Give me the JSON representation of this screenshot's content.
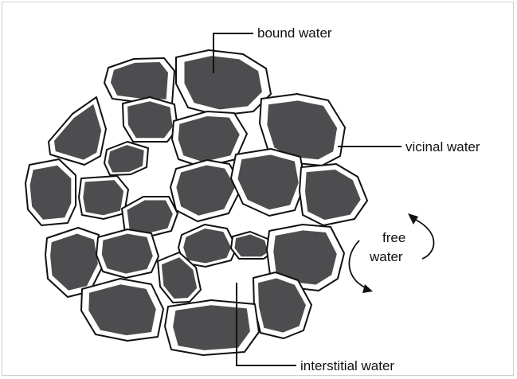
{
  "labels": {
    "bound": "bound water",
    "vicinal": "vicinal water",
    "free_line1": "free",
    "free_line2": "water",
    "interstitial": "interstitial water"
  },
  "colors": {
    "particle": "#4d4d4f",
    "outline": "#111111",
    "film": "#ffffff"
  }
}
